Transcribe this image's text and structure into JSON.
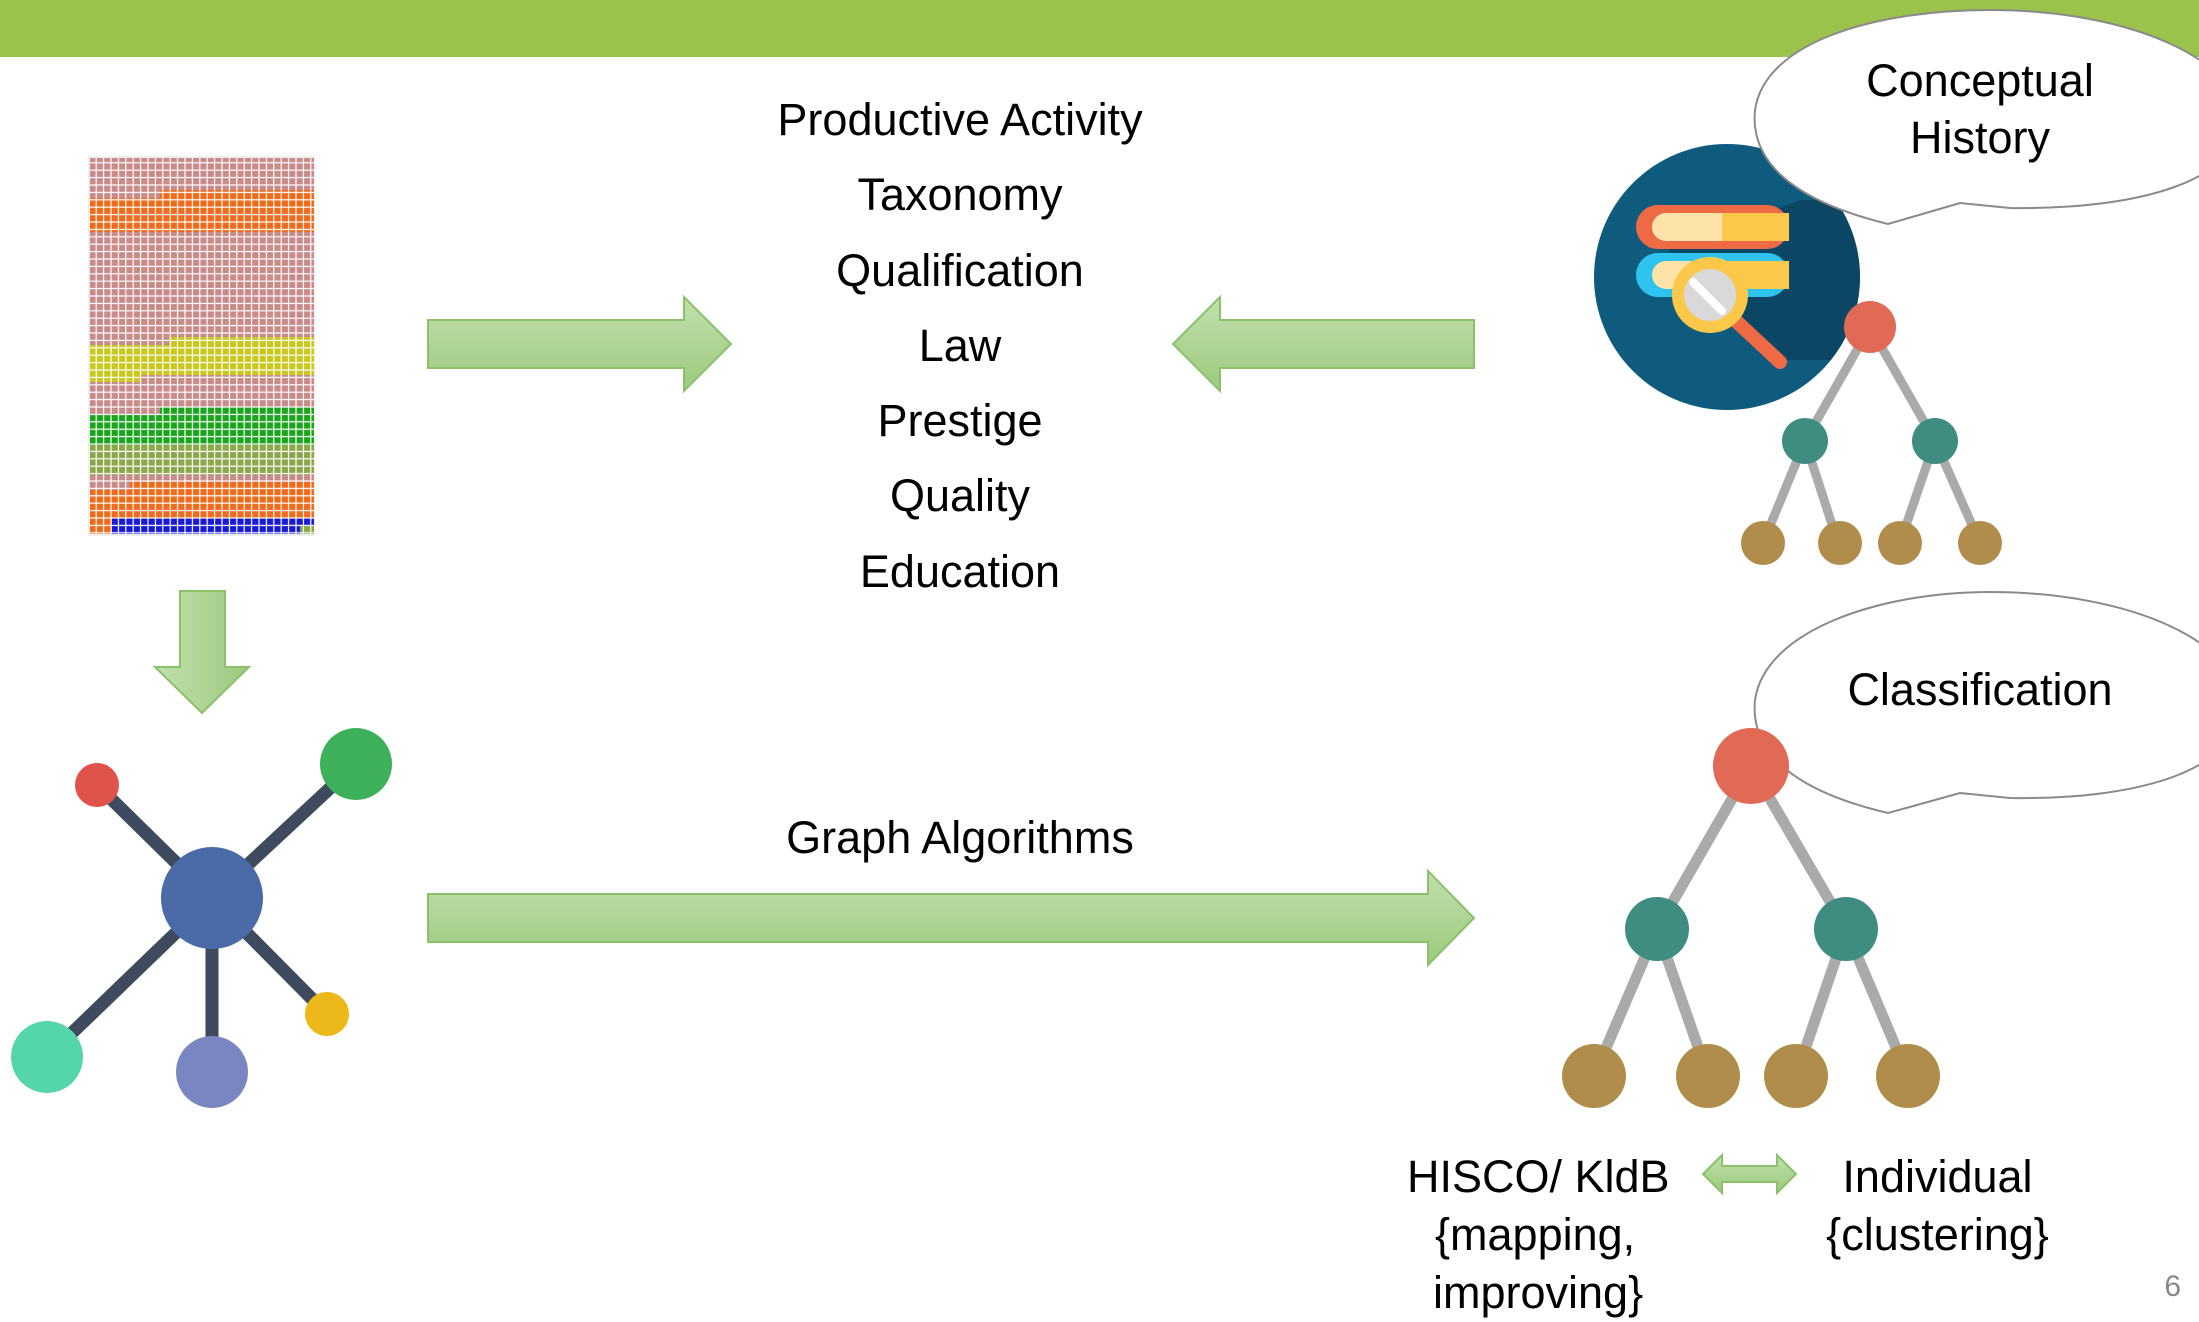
{
  "header": {
    "bar_color": "#9bc24a"
  },
  "attributes": {
    "items": [
      "Productive Activity",
      "Taxonomy",
      "Qualification",
      "Law",
      "Prestige",
      "Quality",
      "Education"
    ]
  },
  "bubbles": {
    "conceptual_history": [
      "Conceptual",
      "History"
    ],
    "classification": "Classification"
  },
  "labels": {
    "graph_algorithms": "Graph Algorithms",
    "hisco": [
      "HISCO/ KldB",
      "{mapping,",
      "improving}"
    ],
    "individual": [
      "Individual",
      "{clustering}"
    ]
  },
  "page_number": "6",
  "icons": {
    "data_grid": "data-grid-icon",
    "books": "books-magnifier-icon",
    "network": "network-graph-icon",
    "tree": "hierarchy-tree-icon"
  },
  "colors": {
    "arrow_fill": "#a9d08e",
    "arrow_stroke": "#8cc06a",
    "node_red": "#e06a55",
    "node_teal": "#3f8c80",
    "node_gold": "#b08d4a",
    "hub_blue": "#4b6aa8"
  }
}
